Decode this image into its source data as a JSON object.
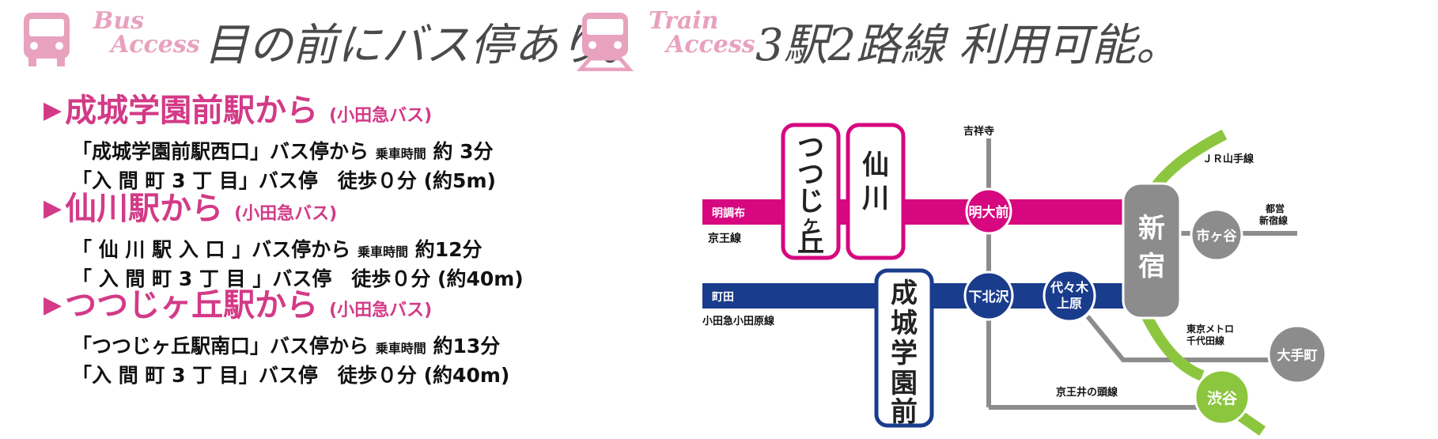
{
  "colors": {
    "pink": "#d33a87",
    "light_pink": "#e8a2bd",
    "navy": "#1a3c8c",
    "gray": "#8c8c8c",
    "green": "#8cc63f"
  },
  "header": {
    "bus": {
      "icon": "bus-icon",
      "label_line1": "Bus",
      "label_line2": "Access",
      "headline": "目の前にバス停あり。"
    },
    "train": {
      "icon": "train-icon",
      "label_line1": "Train",
      "label_line2": "Access",
      "headline": "3駅2路線 利用可能。"
    }
  },
  "bus_sections": [
    {
      "title": "成城学園前駅から",
      "note": "(小田急バス)",
      "lines": [
        {
          "main": "「成城学園前駅西口」バス停から",
          "small": "乗車時間",
          "tail": "約 3分"
        },
        {
          "main": "「入 間 町 3 丁 目」バス停　徒歩０分 (約5m)",
          "small": "",
          "tail": ""
        }
      ]
    },
    {
      "title": "仙川駅から",
      "note": "(小田急バス)",
      "lines": [
        {
          "main": "「 仙 川 駅 入 口 」バス停から",
          "small": "乗車時間",
          "tail": "約12分"
        },
        {
          "main": "「 入 間 町 3 丁 目 」バス停　徒歩０分 (約40m)",
          "small": "",
          "tail": ""
        }
      ]
    },
    {
      "title": "つつじヶ丘駅から",
      "note": "(小田急バス)",
      "lines": [
        {
          "main": "「つつじヶ丘駅南口」バス停から",
          "small": "乗車時間",
          "tail": "約13分"
        },
        {
          "main": "「入 間 町 3 丁 目」バス停　徒歩０分 (約40m)",
          "small": "",
          "tail": ""
        }
      ]
    }
  ],
  "map": {
    "stations": {
      "tsutsujigaoka": "つつじヶ丘",
      "sengawa": "仙川",
      "seijo": "成城学園前",
      "meidaimae": "明大前",
      "shimokitazawa": "下北沢",
      "yoyogi_uehara": "代々木上原",
      "shinjuku": "新宿",
      "ichigaya": "市ヶ谷",
      "otemachi": "大手町",
      "shibuya": "渋谷"
    },
    "labels": {
      "keio_dir": "明調布",
      "keio_line": "京王線",
      "odakyu_dir": "町田",
      "odakyu_line": "小田急小田原線",
      "kichijoji": "吉祥寺",
      "jr_top": "",
      "jr_yamanote": "ＪＲ山手線",
      "toei_shinjuku": "都営\n新宿線",
      "tokyo_metro": "東京メトロ\n千代田線",
      "inokashira": "京王井の頭線"
    }
  }
}
